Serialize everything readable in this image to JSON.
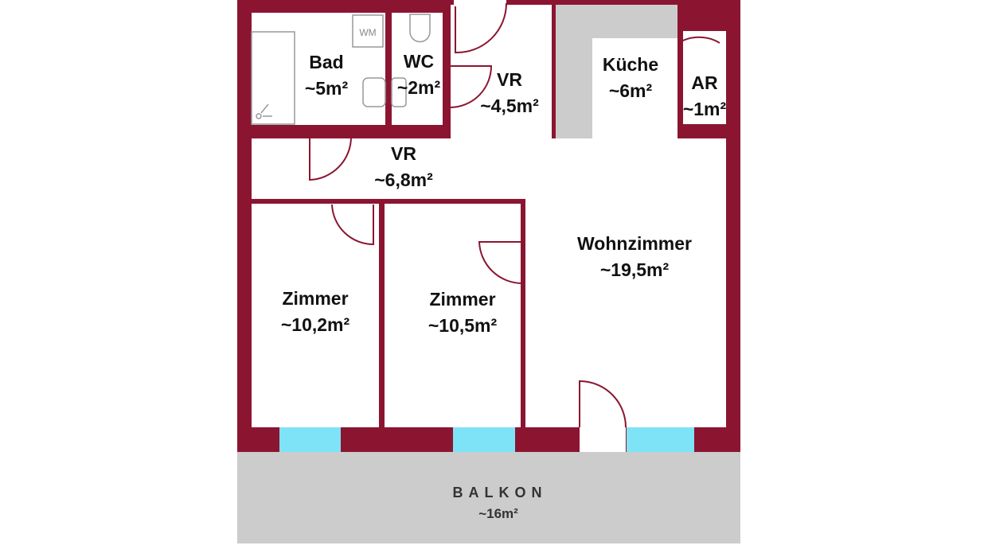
{
  "colors": {
    "wall": "#8b1531",
    "window": "#7fe3f7",
    "balcony": "#cccccc",
    "shaft": "#cccccc",
    "floor": "#ffffff"
  },
  "rooms": {
    "bad": {
      "name": "Bad",
      "area": "~5m²"
    },
    "wc": {
      "name": "WC",
      "area": "~2m²"
    },
    "vr_upper": {
      "name": "VR",
      "area": "~4,5m²"
    },
    "kueche": {
      "name": "Küche",
      "area": "~6m²"
    },
    "ar": {
      "name": "AR",
      "area": "~1m²"
    },
    "vr_lower": {
      "name": "VR",
      "area": "~6,8m²"
    },
    "wohnzimmer": {
      "name": "Wohnzimmer",
      "area": "~19,5m²"
    },
    "zimmer_left": {
      "name": "Zimmer",
      "area": "~10,2m²"
    },
    "zimmer_mid": {
      "name": "Zimmer",
      "area": "~10,5m²"
    }
  },
  "balkon": {
    "name": "BALKON",
    "area": "~16m²"
  },
  "fixtures": {
    "washing_machine_label": "WM"
  }
}
